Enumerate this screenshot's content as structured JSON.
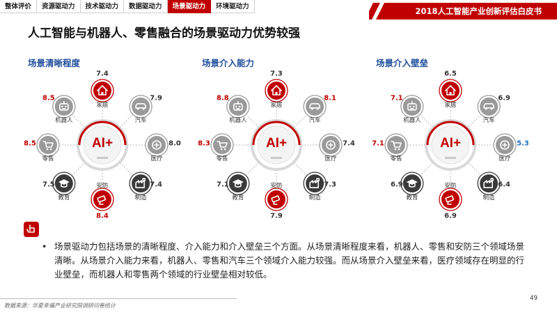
{
  "nav": {
    "tabs": [
      {
        "label": "整体评价",
        "active": false
      },
      {
        "label": "资源驱动力",
        "active": false
      },
      {
        "label": "技术驱动力",
        "active": false
      },
      {
        "label": "数据驱动力",
        "active": false
      },
      {
        "label": "场景驱动力",
        "active": true
      },
      {
        "label": "环境驱动力",
        "active": false
      }
    ]
  },
  "header": {
    "banner": "2018人工智能产业创新评估白皮书"
  },
  "page_title": "人工智能与机器人、零售融合的场景驱动力优势较强",
  "colors": {
    "accent": "#c00000",
    "title_blue": "#1f4e9c",
    "highlight_blue": "#1f6fc0",
    "node_gray": "#9a9a9a",
    "node_dark": "#3a3a3a"
  },
  "center_label": "AI+",
  "panels": [
    {
      "title": "场景清晰程度",
      "nodes": [
        {
          "key": "home",
          "label": "家居",
          "value": "7.4",
          "style": "red",
          "icon": "home-icon",
          "value_emph": "normal"
        },
        {
          "key": "car",
          "label": "汽车",
          "value": "7.9",
          "style": "gray",
          "icon": "car-icon",
          "value_emph": "normal"
        },
        {
          "key": "medical",
          "label": "医疗",
          "value": "8.0",
          "style": "gray",
          "icon": "medical-icon",
          "value_emph": "normal"
        },
        {
          "key": "manufacture",
          "label": "制造",
          "value": "7.4",
          "style": "dark",
          "icon": "factory-icon",
          "value_emph": "normal"
        },
        {
          "key": "security",
          "label": "安防",
          "value": "8.4",
          "style": "red",
          "icon": "camera-icon",
          "value_emph": "red"
        },
        {
          "key": "education",
          "label": "教育",
          "value": "7.5",
          "style": "dark",
          "icon": "graduation-cap-icon",
          "value_emph": "normal"
        },
        {
          "key": "retail",
          "label": "零售",
          "value": "8.5",
          "style": "gray",
          "icon": "cart-icon",
          "value_emph": "red"
        },
        {
          "key": "robot",
          "label": "机器人",
          "value": "8.5",
          "style": "gray",
          "icon": "robot-icon",
          "value_emph": "red"
        }
      ]
    },
    {
      "title": "场景介入能力",
      "nodes": [
        {
          "key": "home",
          "label": "家居",
          "value": "7.3",
          "style": "red",
          "icon": "home-icon",
          "value_emph": "normal"
        },
        {
          "key": "car",
          "label": "汽车",
          "value": "8.1",
          "style": "gray",
          "icon": "car-icon",
          "value_emph": "red"
        },
        {
          "key": "medical",
          "label": "医疗",
          "value": "7.4",
          "style": "gray",
          "icon": "medical-icon",
          "value_emph": "normal"
        },
        {
          "key": "manufacture",
          "label": "制造",
          "value": "7.3",
          "style": "dark",
          "icon": "factory-icon",
          "value_emph": "normal"
        },
        {
          "key": "security",
          "label": "安防",
          "value": "7.9",
          "style": "red",
          "icon": "camera-icon",
          "value_emph": "normal"
        },
        {
          "key": "education",
          "label": "教育",
          "value": "7.1",
          "style": "dark",
          "icon": "graduation-cap-icon",
          "value_emph": "normal"
        },
        {
          "key": "retail",
          "label": "零售",
          "value": "8.3",
          "style": "gray",
          "icon": "cart-icon",
          "value_emph": "red"
        },
        {
          "key": "robot",
          "label": "机器人",
          "value": "8.8",
          "style": "gray",
          "icon": "robot-icon",
          "value_emph": "red"
        }
      ]
    },
    {
      "title": "场景介入壁垒",
      "nodes": [
        {
          "key": "home",
          "label": "家居",
          "value": "6.5",
          "style": "red",
          "icon": "home-icon",
          "value_emph": "normal"
        },
        {
          "key": "car",
          "label": "汽车",
          "value": "6.9",
          "style": "gray",
          "icon": "car-icon",
          "value_emph": "normal"
        },
        {
          "key": "medical",
          "label": "医疗",
          "value": "5.3",
          "style": "gray",
          "icon": "medical-icon",
          "value_emph": "blue"
        },
        {
          "key": "manufacture",
          "label": "制造",
          "value": "6.4",
          "style": "dark",
          "icon": "factory-icon",
          "value_emph": "normal"
        },
        {
          "key": "security",
          "label": "安防",
          "value": "6.9",
          "style": "red",
          "icon": "camera-icon",
          "value_emph": "normal"
        },
        {
          "key": "education",
          "label": "教育",
          "value": "6.9",
          "style": "dark",
          "icon": "graduation-cap-icon",
          "value_emph": "normal"
        },
        {
          "key": "retail",
          "label": "零售",
          "value": "7.1",
          "style": "gray",
          "icon": "cart-icon",
          "value_emph": "red"
        },
        {
          "key": "robot",
          "label": "机器人",
          "value": "7.1",
          "style": "gray",
          "icon": "robot-icon",
          "value_emph": "red"
        }
      ]
    }
  ],
  "summary": {
    "bullet": "•",
    "text": "场景驱动力包括场景的清晰程度、介入能力和介入壁垒三个方面。从场景清晰程度来看，机器人、零售和安防三个领域场景清晰。从场景介入能力来看，机器人、零售和汽车三个领域介入能力较强。而从场景介入壁垒来看，医疗领域存在明显的行业壁垒，而机器人和零售两个领域的行业壁垒相对较低。"
  },
  "footer": {
    "source": "数据来源：华夏幸福产业研究院调研问卷统计",
    "page": "49"
  }
}
